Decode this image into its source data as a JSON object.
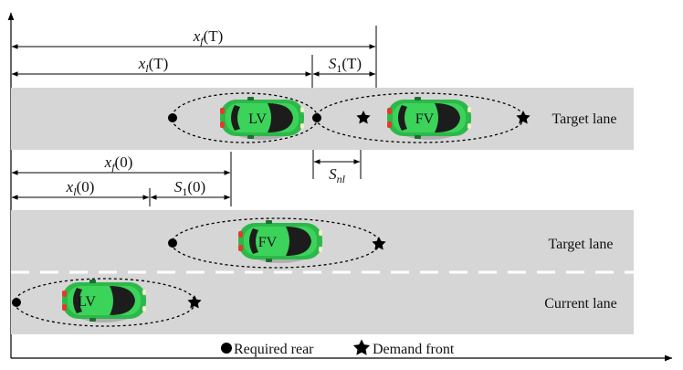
{
  "colors": {
    "road": "#d6d6d6",
    "car_body": "#2db84a",
    "car_dark": "#1c1c1c",
    "lane_dash": "#ffffff",
    "line": "#000000"
  },
  "icons": {
    "required_rear": "filled-circle-icon",
    "demand_front": "star-icon"
  },
  "upper_dimensions": {
    "xf_T": {
      "var": "x",
      "sub": "f",
      "arg": "(T)"
    },
    "xl_T": {
      "var": "x",
      "sub": "l",
      "arg": "(T)"
    },
    "S1_T": {
      "var": "S",
      "sub": "1",
      "arg": "(T)"
    },
    "Snl": {
      "var": "S",
      "sub": "nl",
      "arg": ""
    }
  },
  "lower_dimensions": {
    "xf_0": {
      "var": "x",
      "sub": "f",
      "arg": "(0)"
    },
    "xl_0": {
      "var": "x",
      "sub": "l",
      "arg": "(0)"
    },
    "S1_0": {
      "var": "S",
      "sub": "1",
      "arg": "(0)"
    }
  },
  "upper_road": {
    "lane_label": "Target lane",
    "leader": "LV",
    "follower": "FV"
  },
  "lower_road": {
    "target_lane_label": "Target lane",
    "current_lane_label": "Current lane",
    "follower": "FV",
    "leader": "LV"
  },
  "legend": {
    "rear_label": "Required rear",
    "front_label": "Demand front"
  }
}
